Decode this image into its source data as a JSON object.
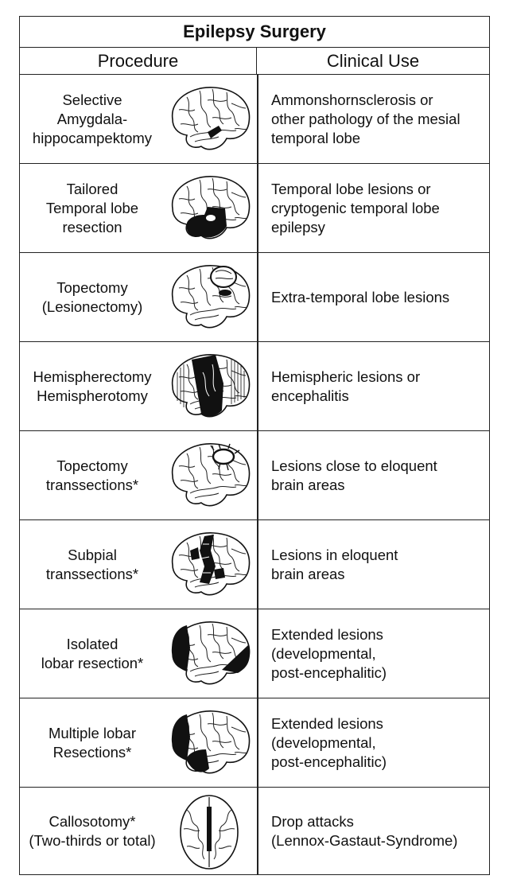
{
  "title": "Epilepsy Surgery",
  "headers": {
    "procedure": "Procedure",
    "clinical_use": "Clinical Use"
  },
  "rows": [
    {
      "procedure": "Selective\nAmygdala-\nhippocampektomy",
      "clinical_use": "Ammonshornsclerosis or\nother pathology of the mesial\ntemporal lobe"
    },
    {
      "procedure": "Tailored\nTemporal lobe\nresection",
      "clinical_use": "Temporal lobe lesions or\ncryptogenic temporal lobe\nepilepsy"
    },
    {
      "procedure": "Topectomy\n(Lesionectomy)",
      "clinical_use": "Extra-temporal lobe lesions"
    },
    {
      "procedure": "Hemispherectomy\nHemispherotomy",
      "clinical_use": "Hemispheric lesions or\nencephalitis"
    },
    {
      "procedure": "Topectomy\ntranssections*",
      "clinical_use": "Lesions close to eloquent\nbrain areas"
    },
    {
      "procedure": "Subpial\ntranssections*",
      "clinical_use": "Lesions in eloquent\nbrain areas"
    },
    {
      "procedure": "Isolated\nlobar resection*",
      "clinical_use": "Extended lesions\n(developmental,\npost-encephalitic)"
    },
    {
      "procedure": "Multiple lobar\nResections*",
      "clinical_use": "Extended lesions\n(developmental,\npost-encephalitic)"
    },
    {
      "procedure": "Callosotomy*\n(Two-thirds or total)",
      "clinical_use": "Drop attacks\n(Lennox-Gastaut-Syndrome)"
    }
  ]
}
